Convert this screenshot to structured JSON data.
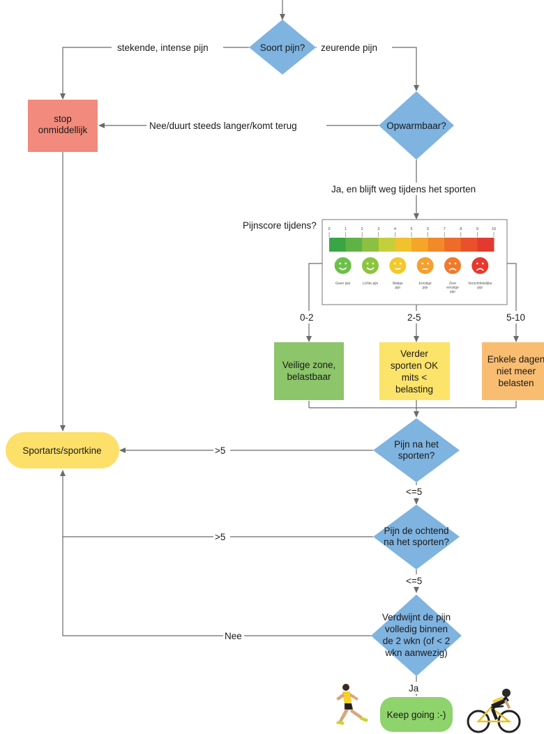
{
  "nodes": {
    "soort_pijn": [
      "Soort pijn?"
    ],
    "stop": [
      "stop",
      "onmiddellijk"
    ],
    "opwarmbaar": [
      "Opwarmbaar?"
    ],
    "pijnscore_label": "Pijnscore tijdens?",
    "veilige_zone": [
      "Veilige zone,",
      "belastbaar"
    ],
    "verder_sporten": [
      "Verder",
      "sporten  OK",
      "mits <",
      "belasting"
    ],
    "enkele_dagen": [
      "Enkele dagen",
      "niet meer",
      "belasten"
    ],
    "sportarts": [
      "Sportarts/sportkine"
    ],
    "pijn_na": [
      "Pijn na het",
      "sporten?"
    ],
    "pijn_ochtend": [
      "Pijn de ochtend",
      "na het sporten?"
    ],
    "verdwijnt": [
      "Verdwijnt de pijn",
      "volledig binnen",
      "de 2 wkn (of < 2",
      "wkn aanwezig)"
    ],
    "keep_going": [
      "Keep going :-)"
    ]
  },
  "edges": {
    "stekende": "stekende, intense pijn",
    "zeurende": "zeurende pijn",
    "nee_duurt": "Nee/duurt steeds langer/komt terug",
    "ja_blijft": "Ja, en blijft weg tijdens het sporten",
    "range_0_2": "0-2",
    "range_2_5": "2-5",
    "range_5_10": "5-10",
    "gt5_a": ">5",
    "le5_a": "<=5",
    "gt5_b": ">5",
    "le5_b": "<=5",
    "nee": "Nee",
    "ja": "Ja"
  },
  "pain_scale": {
    "ticks": [
      "0",
      "1",
      "2",
      "3",
      "4",
      "5",
      "6",
      "7",
      "8",
      "9",
      "10"
    ],
    "bar_colors": [
      "#3aa545",
      "#5fb246",
      "#8cc043",
      "#c4cf3a",
      "#f2c12e",
      "#f4a52a",
      "#f28a29",
      "#ee6b2a",
      "#e9502c",
      "#e33a2f"
    ],
    "faces": [
      {
        "label": [
          "Geen pijn"
        ],
        "color": "#6cc04a",
        "mood": "happy"
      },
      {
        "label": [
          "Lichte pijn"
        ],
        "color": "#8cc43f",
        "mood": "happy"
      },
      {
        "label": [
          "Matige",
          "pijn"
        ],
        "color": "#f4c82c",
        "mood": "smile"
      },
      {
        "label": [
          "Ernstige",
          "pijn"
        ],
        "color": "#f5a02c",
        "mood": "neutral"
      },
      {
        "label": [
          "Zeer",
          "ernstige",
          "pijn"
        ],
        "color": "#f17a2a",
        "mood": "sad"
      },
      {
        "label": [
          "Verschrikkelijke",
          "pijn"
        ],
        "color": "#e8372e",
        "mood": "sad"
      }
    ]
  },
  "colors": {
    "diamond": "#7fb3e0",
    "stop_box": "#f28b7d",
    "green_box": "#8cc56a",
    "yellow_box": "#fce36a",
    "orange_box": "#f9bd72",
    "terminal": "#fde06a",
    "keep_going": "#8ed36c",
    "line": "#6b6b6b"
  },
  "icons": [
    "runner-icon",
    "cyclist-icon"
  ]
}
